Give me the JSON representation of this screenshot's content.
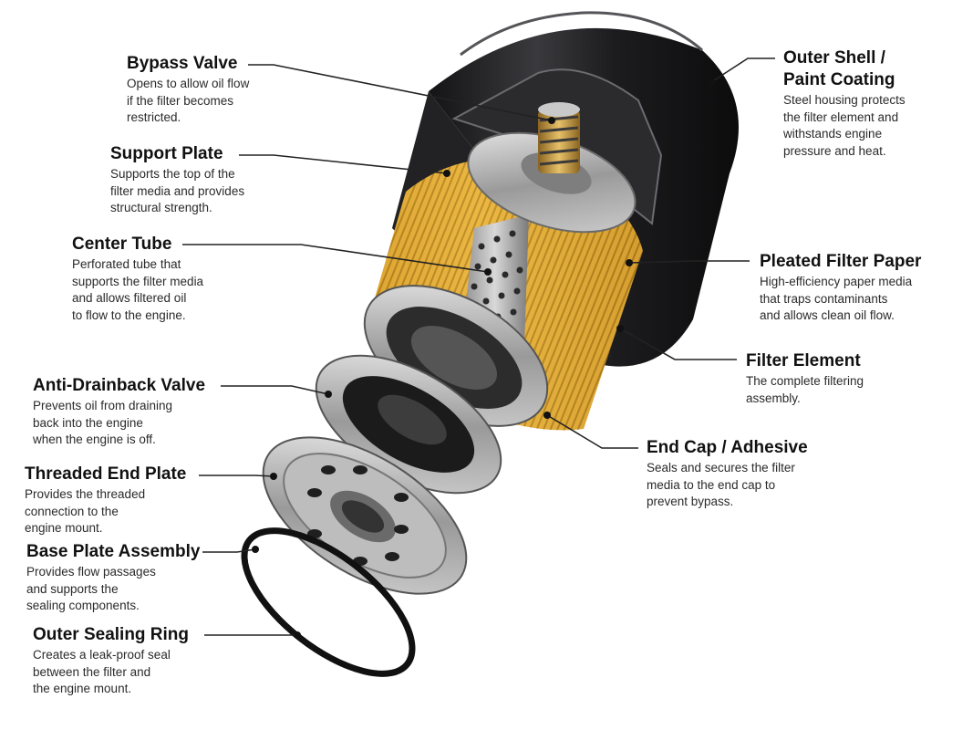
{
  "palette": {
    "shell_dark": "#1c1c1e",
    "shell_highlight": "#4a4a4e",
    "filter_paper": "#e8b33c",
    "filter_paper_dark": "#b9831c",
    "metal_light": "#d9d9d9",
    "metal_dark": "#7a7a7a",
    "seal_black": "#111111",
    "brass": "#c89a3c",
    "leader_line": "#222222"
  },
  "labels": [
    {
      "id": "bypass-valve",
      "title": "Bypass Valve",
      "lines": [
        "Opens to allow oil flow",
        "if the filter becomes",
        "restricted."
      ]
    },
    {
      "id": "support-plate",
      "title": "Support Plate",
      "lines": [
        "Supports the top of the",
        "filter media and provides",
        "structural strength."
      ]
    },
    {
      "id": "center-tube",
      "title": "Center Tube",
      "lines": [
        "Perforated tube that",
        "supports the filter media",
        "and allows filtered oil",
        "to flow to the engine."
      ]
    },
    {
      "id": "anti-drainback-valve",
      "title": "Anti-Drainback Valve",
      "lines": [
        "Prevents oil from draining",
        "back into the engine",
        "when the engine is off."
      ]
    },
    {
      "id": "threaded-end-plate",
      "title": "Threaded End Plate",
      "lines": [
        "Provides the threaded",
        "connection to the",
        "engine mount."
      ]
    },
    {
      "id": "base-plate-assembly",
      "title": "Base Plate Assembly",
      "lines": [
        "Provides flow passages",
        "and supports the",
        "sealing components."
      ]
    },
    {
      "id": "outer-sealing-ring",
      "title": "Outer Sealing Ring",
      "lines": [
        "Creates a leak-proof seal",
        "between the filter and",
        "the engine mount."
      ]
    },
    {
      "id": "outer-shell",
      "title": "Outer Shell /",
      "title2": "Paint Coating",
      "lines": [
        "Steel housing protects",
        "the filter element and",
        "withstands engine",
        "pressure and heat."
      ]
    },
    {
      "id": "pleated-filter-paper",
      "title": "Pleated Filter Paper",
      "lines": [
        "High-efficiency paper media",
        "that traps contaminants",
        "and allows clean oil flow."
      ]
    },
    {
      "id": "filter-element",
      "title": "Filter Element",
      "lines": [
        "The complete filtering",
        "assembly."
      ]
    },
    {
      "id": "end-cap-adhesive",
      "title": "End Cap / Adhesive",
      "lines": [
        "Seals and secures the filter",
        "media to the end cap to",
        "prevent bypass."
      ]
    }
  ]
}
